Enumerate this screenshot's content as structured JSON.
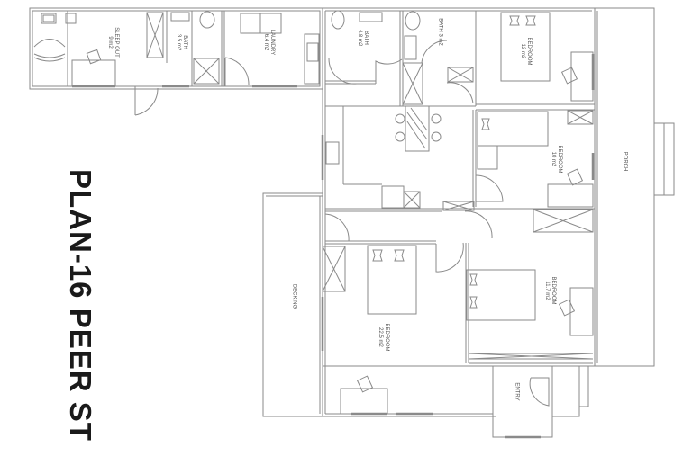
{
  "title": "PLAN-16 PEER ST",
  "colors": {
    "line": "#8a8a8a",
    "dark_line": "#6e6e6e",
    "text": "#1a1a1a",
    "background": "#ffffff"
  },
  "rooms": [
    {
      "id": "sleep-out",
      "name": "SLEEP OUT",
      "area": "9 m2"
    },
    {
      "id": "bath-1",
      "name": "BATH",
      "area": "3.5 m2"
    },
    {
      "id": "laundry",
      "name": "LAUNDRY",
      "area": "6.4 m2"
    },
    {
      "id": "bath-2",
      "name": "BATH",
      "area": "4.8 m2"
    },
    {
      "id": "bath-3",
      "name": "BATH",
      "area": "3 m2"
    },
    {
      "id": "bedroom-1",
      "name": "BEDROOM",
      "area": "12 m2"
    },
    {
      "id": "bedroom-2",
      "name": "BEDROOM",
      "area": "10 m2"
    },
    {
      "id": "bedroom-3",
      "name": "BEDROOM",
      "area": "11.7 m2"
    },
    {
      "id": "bedroom-4",
      "name": "BEDROOM",
      "area": "22.5 m2"
    },
    {
      "id": "decking",
      "name": "DECKING",
      "area": ""
    },
    {
      "id": "entry",
      "name": "ENTRY",
      "area": ""
    },
    {
      "id": "porch",
      "name": "PORCH",
      "area": ""
    }
  ]
}
